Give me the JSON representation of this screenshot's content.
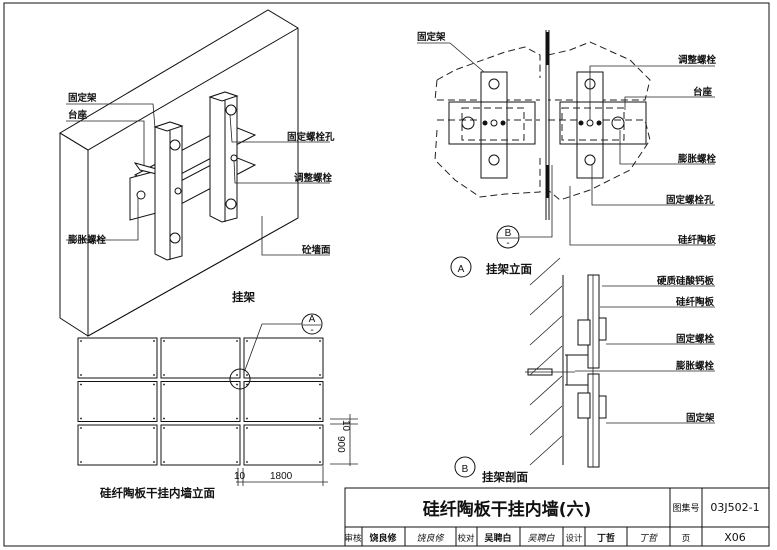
{
  "isometric_view": {
    "title": "挂架",
    "labels": {
      "fixing_frame": "固定架",
      "base_seat": "台座",
      "fixing_bolt_hole": "固定螺栓孔",
      "adjusting_bolt": "调整螺栓",
      "expansion_bolt": "膨胀螺栓",
      "concrete_wall_surface": "砼墙面"
    }
  },
  "elevation_detail_A": {
    "marker": "A",
    "title": "挂架立面",
    "section_ref": {
      "top": "B",
      "bottom": "-"
    },
    "labels": {
      "fixing_frame": "固定架",
      "adjusting_bolt": "调整螺栓",
      "base_seat": "台座",
      "expansion_bolt": "膨胀螺栓",
      "fixing_bolt_hole": "固定螺栓孔",
      "panel": "硅纤陶板"
    }
  },
  "section_detail_B": {
    "marker": "B",
    "title": "挂架剖面",
    "labels": {
      "calcium_silicate_board": "硬质硅酸钙板",
      "panel": "硅纤陶板",
      "fixing_bolt": "固定螺栓",
      "expansion_bolt": "膨胀螺栓",
      "fixing_frame": "固定架"
    }
  },
  "wall_elevation": {
    "title": "硅纤陶板干挂内墙立面",
    "grid": {
      "rows": 3,
      "cols": 3
    },
    "detail_ref": {
      "top": "A",
      "bottom": "-"
    },
    "dimensions": {
      "joint_h": "10",
      "panel_width": "1800",
      "joint_v": "10",
      "panel_height": "900"
    }
  },
  "title_block": {
    "drawing_title": "硅纤陶板干挂内墙(六)",
    "atlas_no_label": "图集号",
    "atlas_no": "03J502-1",
    "review_label": "审核",
    "reviewer": "饶良修",
    "reviewer_sign": "饶良修",
    "check_label": "校对",
    "checker": "吴聘白",
    "checker_sign": "吴聘白",
    "design_label": "设计",
    "designer": "丁哲",
    "designer_sign": "丁哲",
    "page_label": "页",
    "page_no": "X06"
  }
}
